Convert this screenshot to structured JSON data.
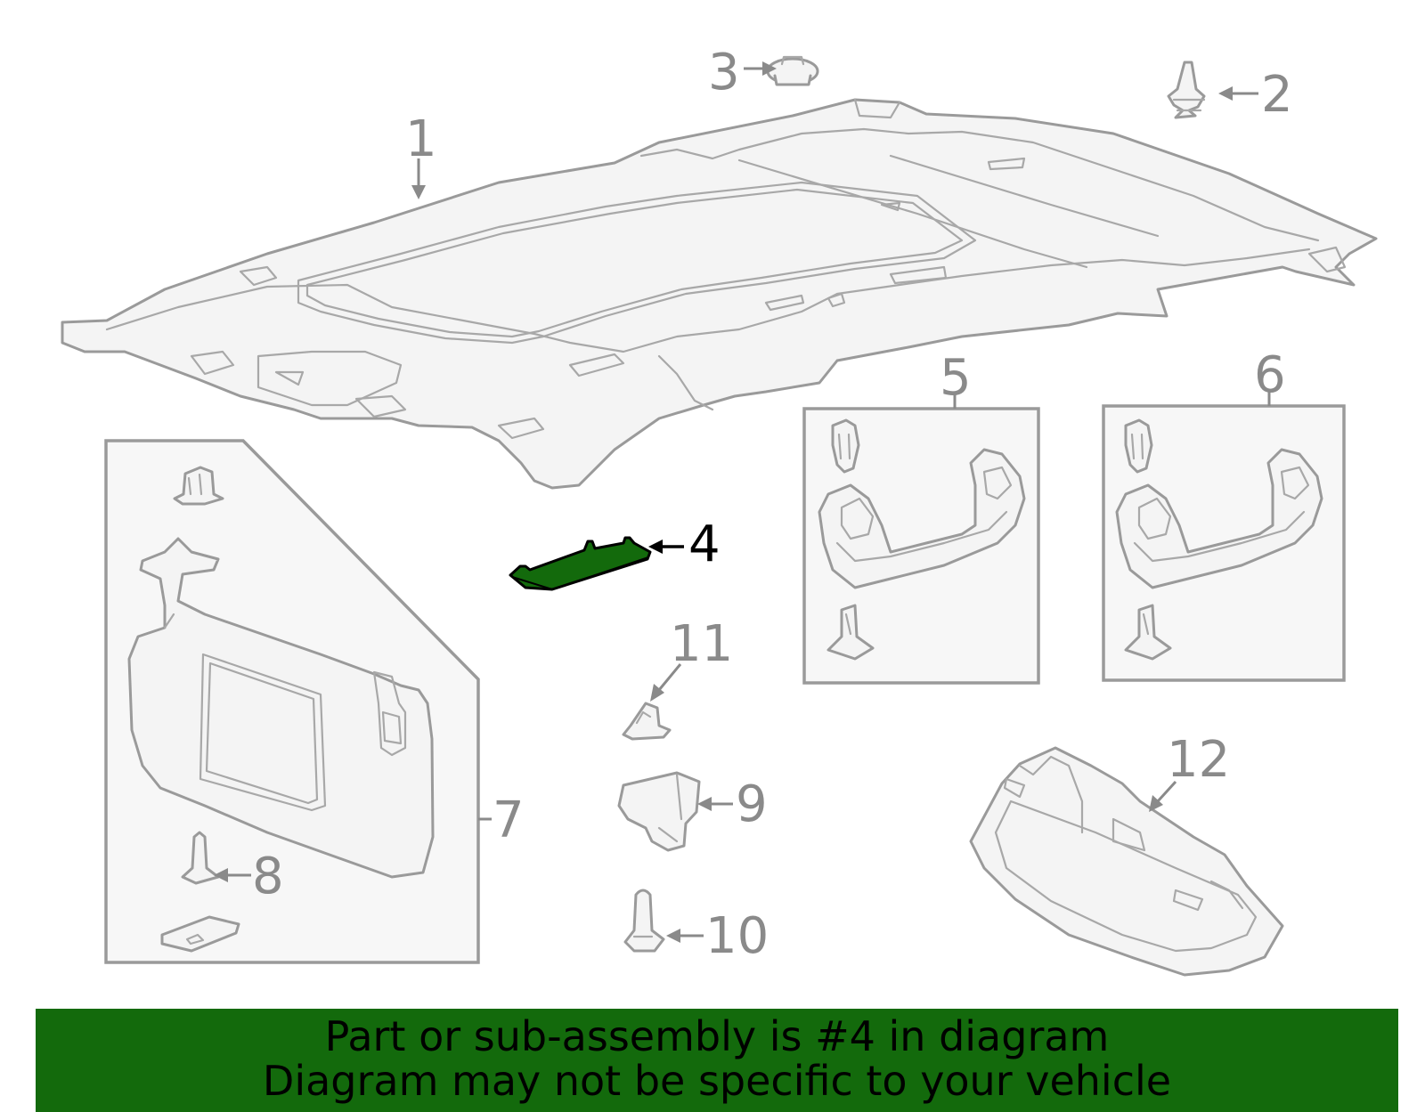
{
  "highlight_color": "#136a0c",
  "callouts": {
    "c1": "1",
    "c2": "2",
    "c3": "3",
    "c4": "4",
    "c5": "5",
    "c6": "6",
    "c7": "7",
    "c8": "8",
    "c9": "9",
    "c10": "10",
    "c11": "11",
    "c12": "12"
  },
  "highlighted_part": "4",
  "banner": {
    "line1": "Part or sub-assembly is #4 in diagram",
    "line2": "Diagram may not be specific to your vehicle"
  }
}
